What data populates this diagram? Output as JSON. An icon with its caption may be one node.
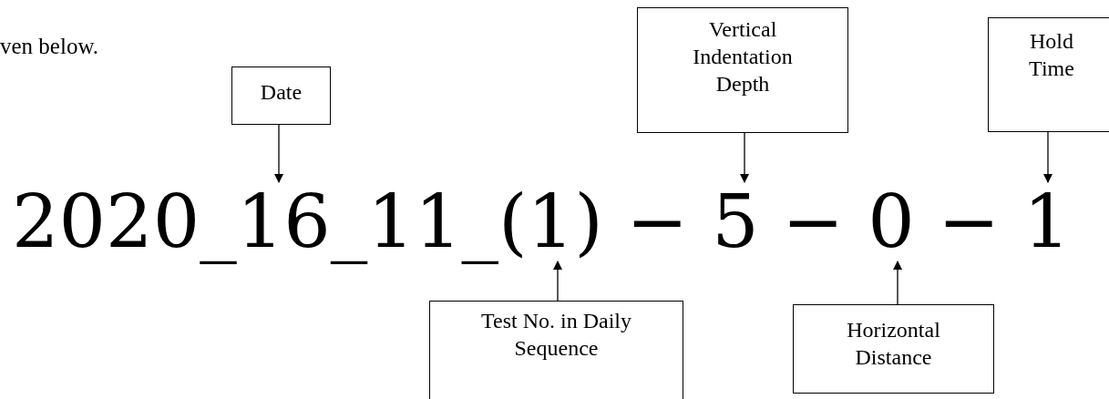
{
  "diagram": {
    "nodes": [
      {
        "text": [
          "Date"
        ]
      },
      {
        "text": [
          "Vertical Indentation Depth"
        ]
      },
      {
        "text": [
          "Hold Time"
        ]
      },
      {
        "text": [
          "2020_16_11_(1) − 5 − 0 − 1"
        ]
      },
      {
        "text": [
          "Test No. in Daily Sequence"
        ]
      },
      {
        "text": [
          "Horizontal Distance"
        ]
      }
    ],
    "edges": [
      {
        "from": 0,
        "to": 3,
        "arrow": "to"
      },
      {
        "from": 1,
        "to": 3,
        "arrow": "to"
      },
      {
        "from": 2,
        "to": 3,
        "arrow": "to"
      },
      {
        "from": 4,
        "to": 3,
        "arrow": "to"
      },
      {
        "from": 5,
        "to": 3,
        "arrow": "to"
      }
    ],
    "labels": [
      "ven below."
    ]
  }
}
